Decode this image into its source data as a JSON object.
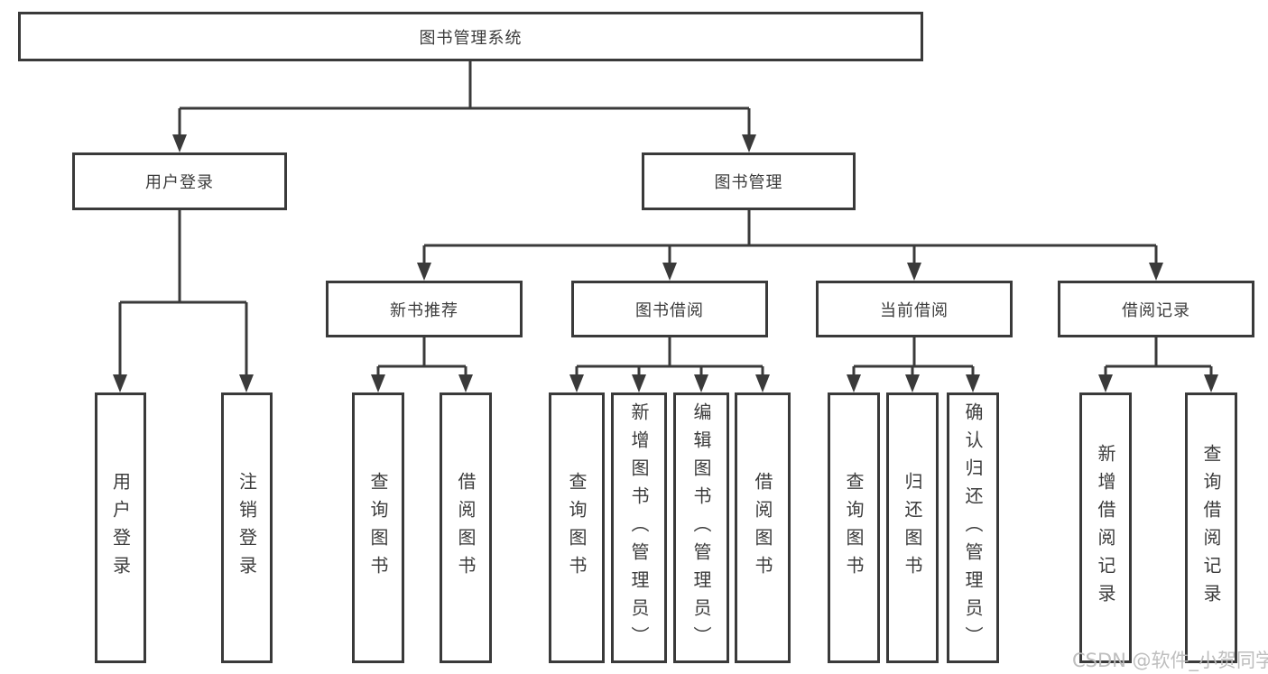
{
  "tree": {
    "label": "图书管理系统",
    "children": [
      {
        "label": "用户登录",
        "children": [
          {
            "label": "用户登录"
          },
          {
            "label": "注销登录"
          }
        ]
      },
      {
        "label": "图书管理",
        "children": [
          {
            "label": "新书推荐",
            "children": [
              {
                "label": "查询图书"
              },
              {
                "label": "借阅图书"
              }
            ]
          },
          {
            "label": "图书借阅",
            "children": [
              {
                "label": "查询图书"
              },
              {
                "label": "新增图书（管理员）"
              },
              {
                "label": "编辑图书（管理员）"
              },
              {
                "label": "借阅图书"
              }
            ]
          },
          {
            "label": "当前借阅",
            "children": [
              {
                "label": "查询图书"
              },
              {
                "label": "归还图书"
              },
              {
                "label": "确认归还（管理员）"
              }
            ]
          },
          {
            "label": "借阅记录",
            "children": [
              {
                "label": "新增借阅记录"
              },
              {
                "label": "查询借阅记录"
              }
            ]
          }
        ]
      }
    ]
  },
  "watermark": "CSDN @软件_小贺同学",
  "colors": {
    "line": "#3a3a3a",
    "box_border": "#3a3a3a",
    "text": "#3c3c3c",
    "background": "#ffffff",
    "watermark": "#bababa"
  }
}
